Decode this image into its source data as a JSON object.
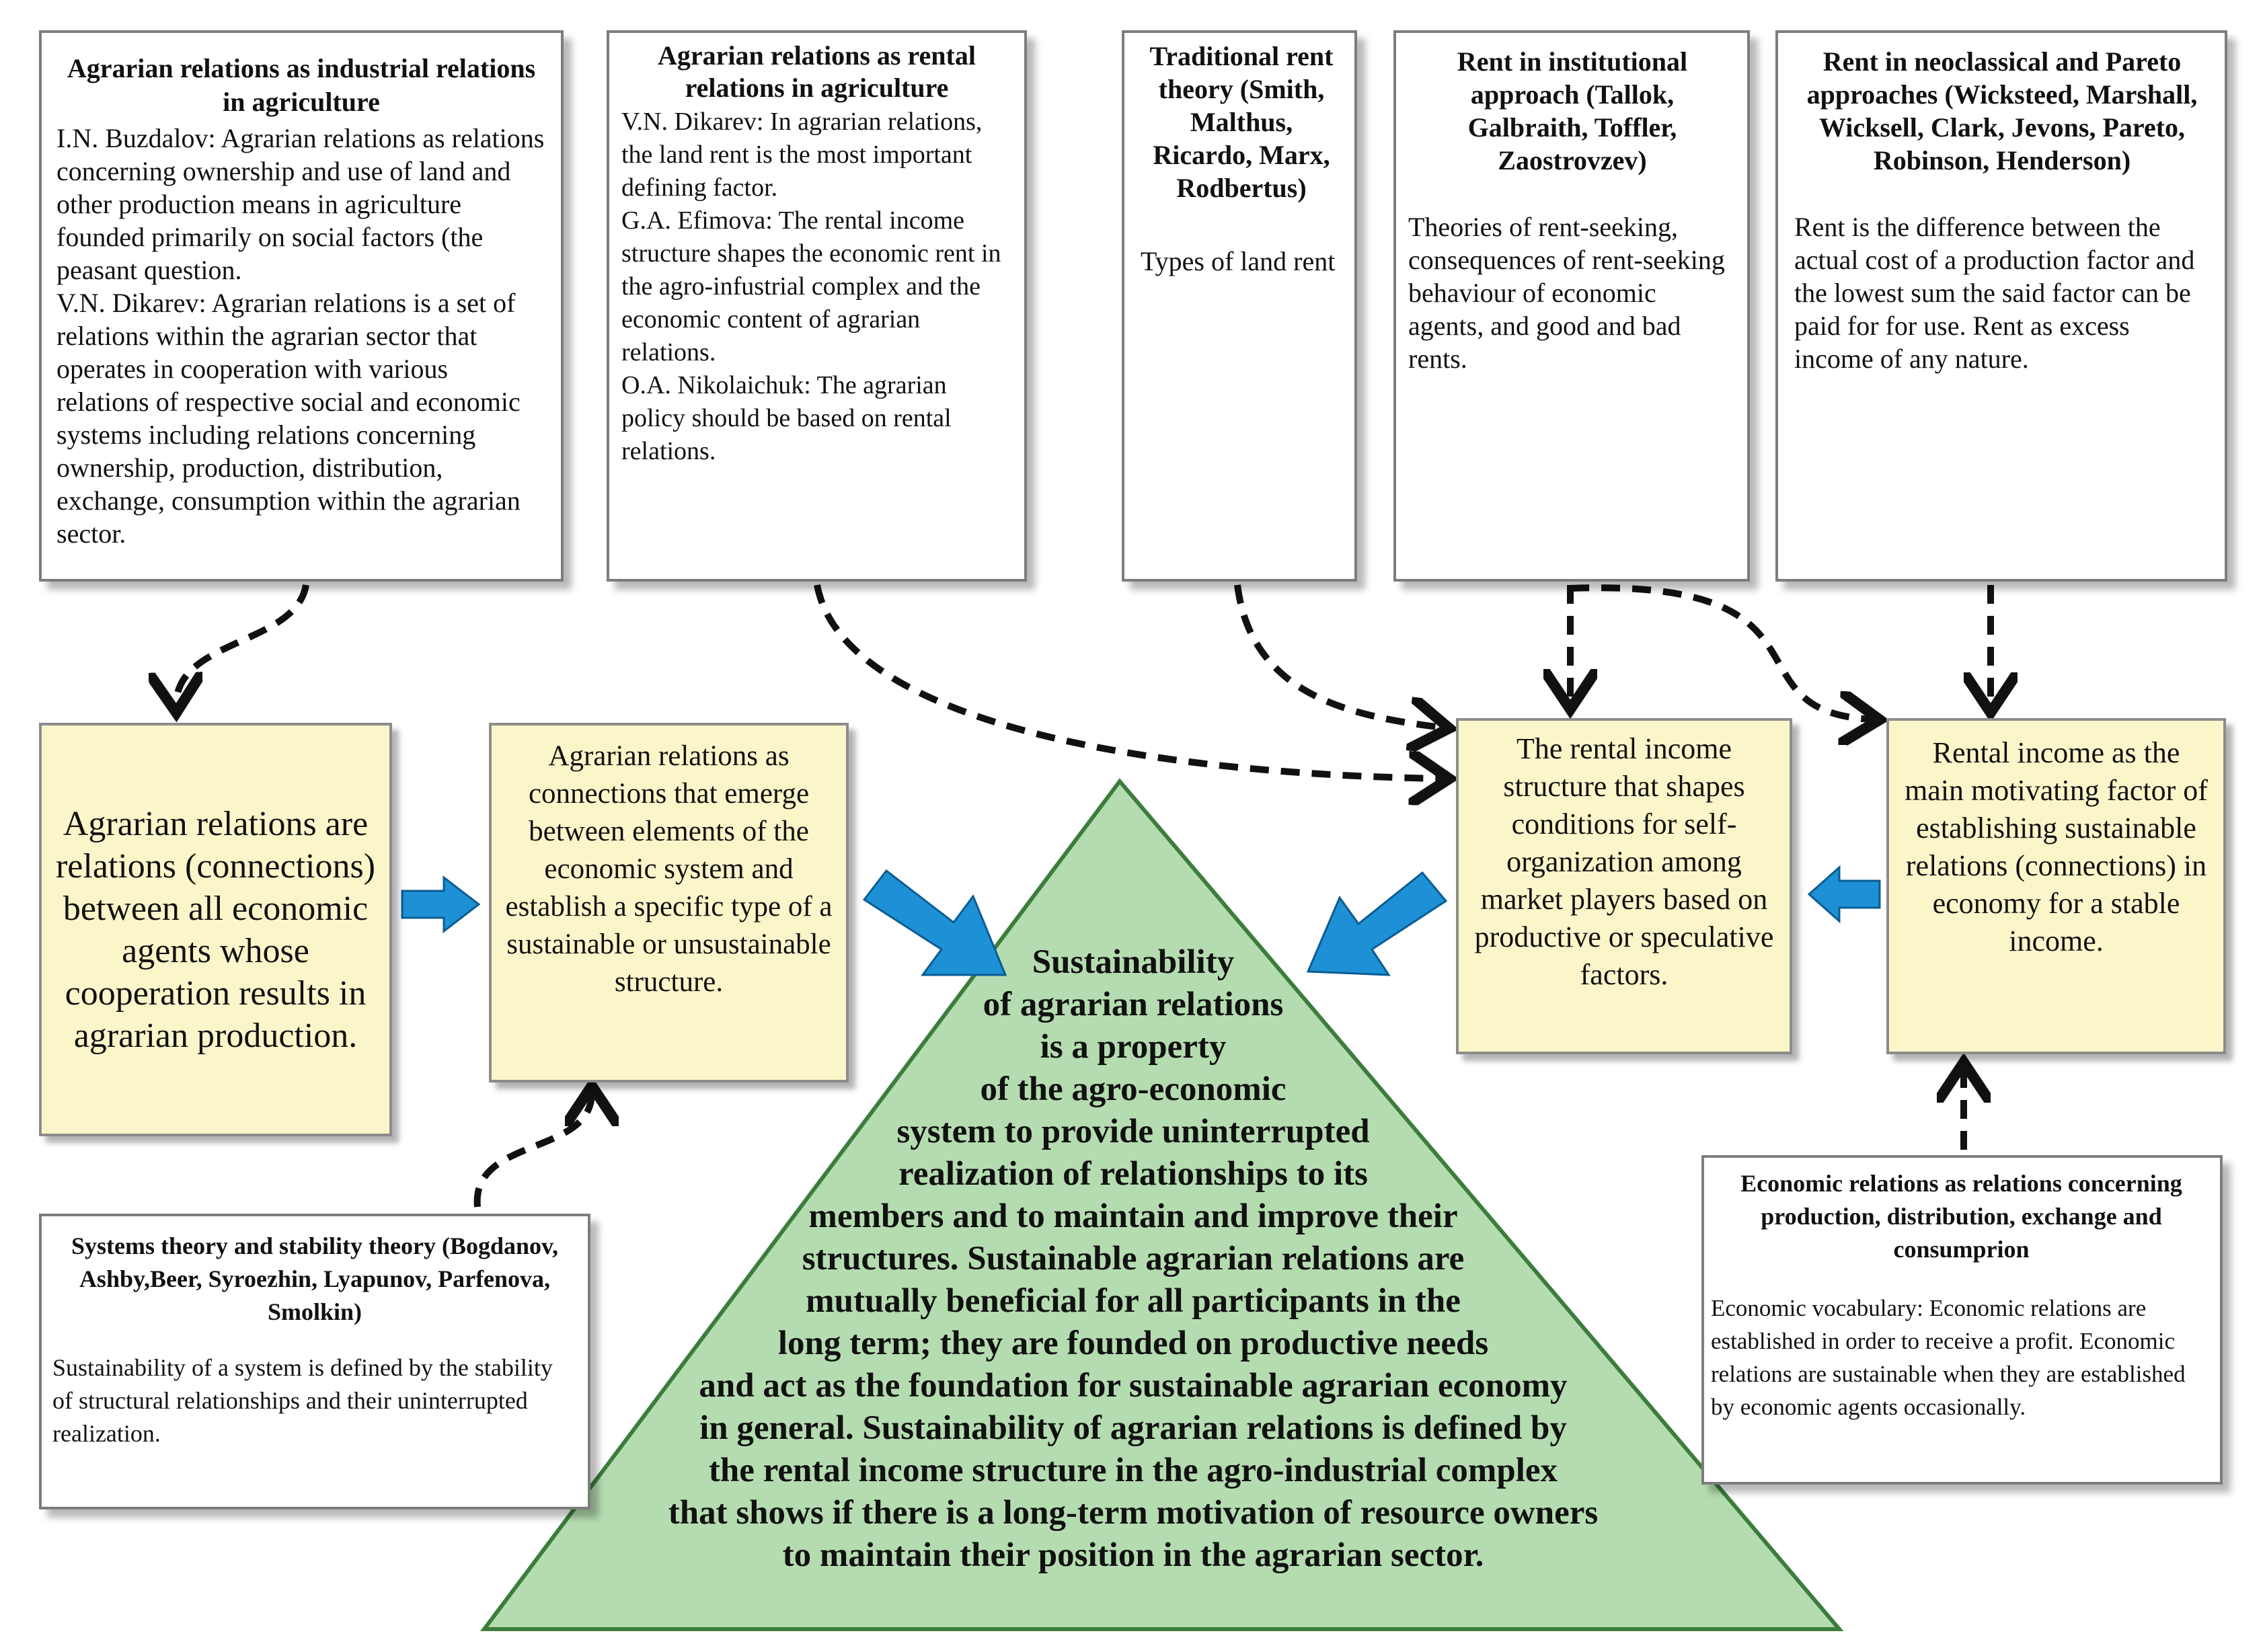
{
  "box_industrial": {
    "title": "Agrarian relations as industrial relations in agriculture",
    "text": "I.N. Buzdalov: Agrarian relations as relations concerning ownership and use of land and other production means in agriculture founded primarily on social factors (the peasant question.\nV.N. Dikarev: Agrarian relations is a set of relations within the agrarian sector that operates in cooperation with various relations of respective social and economic systems including relations concerning ownership, production, distribution, exchange, consumption within the agrarian sector."
  },
  "box_rental": {
    "title": "Agrarian relations as rental relations in agriculture",
    "text": "V.N. Dikarev: In agrarian relations, the land rent is the most important defining factor.\nG.A. Efimova: The rental income structure shapes the economic rent in the agro-infustrial complex and the economic content of agrarian relations.\nO.A. Nikolaichuk: The agrarian policy should be based on rental relations."
  },
  "box_traditional": {
    "title": "Traditional rent theory (Smith, Malthus, Ricardo, Marx, Rodbertus)",
    "text": "Types of land rent"
  },
  "box_institutional": {
    "title": "Rent in institutional approach (Tallok, Galbraith, Toffler, Zaostrovzev)",
    "text": "Theories of rent-seeking, consequences of rent-seeking behaviour of economic agents, and good and bad rents."
  },
  "box_neoclassical": {
    "title": "Rent in neoclassical and Pareto approaches (Wicksteed, Marshall, Wicksell, Clark, Jevons, Pareto, Robinson, Henderson)",
    "text": "Rent is the difference between the actual cost of a production factor and the lowest sum the said factor can be paid for for use. Rent as excess income of any nature."
  },
  "yellow_connections": "Agrarian relations are relations (connections) between all economic agents whose cooperation results in agrarian production.",
  "yellow_system": "Agrarian relations as connections that emerge between elements of the economic system and establish a specific type of a sustainable or unsustainable structure.",
  "yellow_structure": "The rental income structure that shapes conditions for self-organization among market players based on productive or speculative factors.",
  "yellow_motivating": "Rental income as the main motivating factor of establishing sustainable relations (connections) in economy for a stable income.",
  "box_systems": {
    "title": "Systems theory and stability theory (Bogdanov, Ashby,Beer, Syroezhin, Lyapunov, Parfenova, Smolkin)",
    "text": "Sustainability of a system is defined by the stability of structural relationships and their uninterrupted realization."
  },
  "box_economic": {
    "title": "Economic relations as relations concerning production, distribution, exchange and consumprion",
    "text": "Economic vocabulary: Economic relations are established in order to receive a profit. Economic relations are sustainable when they are established by economic agents occasionally."
  },
  "triangle_text": "Sustainability\nof agrarian relations\nis a property\nof the agro-economic\nsystem to provide uninterrupted\nrealization of relationships to its\nmembers and to maintain and improve their\nstructures. Sustainable agrarian relations are\nmutually beneficial for all participants in the\nlong term; they are founded on productive needs\nand act as the foundation for sustainable agrarian economy\nin general. Sustainability of agrarian relations is defined by\nthe rental income structure in the agro-industrial complex\nthat shows if there is a long-term motivation of resource owners\nto maintain their position in the agrarian sector.",
  "colors": {
    "yellow_fill": "#fbf6c9",
    "triangle_fill": "#b5dcb0",
    "triangle_stroke": "#3c7d3c",
    "blue_arrow": "#1e90d6",
    "dashed_arrow": "#111111"
  }
}
